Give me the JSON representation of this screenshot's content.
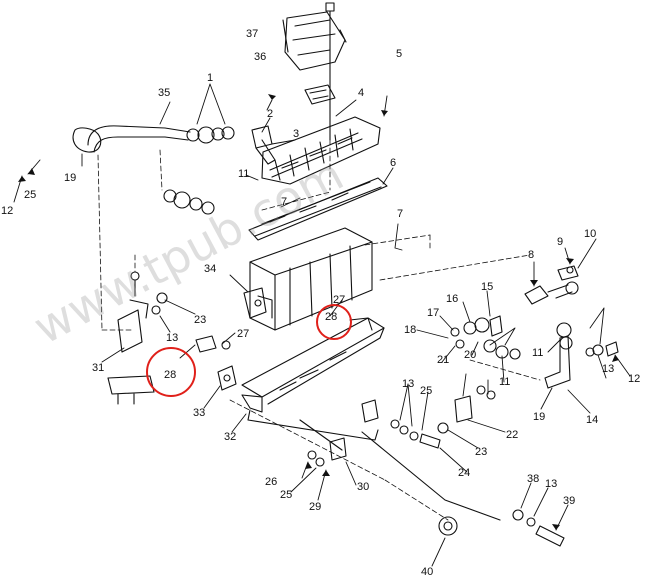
{
  "watermark": "www.tpub.com",
  "highlight_color": "#e0201a",
  "callouts": [
    "1",
    "2",
    "3",
    "4",
    "5",
    "6",
    "7",
    "8",
    "9",
    "10",
    "11",
    "12",
    "13",
    "14",
    "15",
    "16",
    "17",
    "18",
    "19",
    "20",
    "21",
    "22",
    "23",
    "24",
    "25",
    "26",
    "27",
    "28",
    "29",
    "30",
    "31",
    "32",
    "33",
    "34",
    "35",
    "36",
    "37",
    "38",
    "39",
    "40"
  ]
}
